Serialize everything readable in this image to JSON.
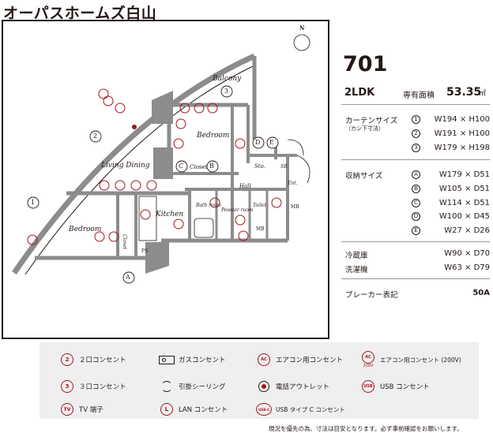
{
  "title": "オーパスホームズ白山",
  "plan": {
    "rooms": {
      "balcony": "Balcony",
      "bedroom_n": "Bedroom",
      "living": "Living Dining",
      "closet_mid": "Closet",
      "hall": "Hall",
      "sto": "Sto.",
      "sb": "SB",
      "ent": "Ent.",
      "kitchen": "Kitchen",
      "bathroom": "Bath room",
      "powder": "Powder room",
      "toilet": "Toilet",
      "mb1": "MB",
      "mb2": "MB",
      "bedroom_w": "Bedroom",
      "closet_side": "Closet",
      "ps": "PS"
    },
    "markers": {
      "m1": "1",
      "m2": "2",
      "m3": "3",
      "mA": "A",
      "mB": "B",
      "mC": "C",
      "mD": "D",
      "mE": "E"
    },
    "compass": "N"
  },
  "unit": {
    "number": "701",
    "layout": "2LDK",
    "area_label": "専有面積",
    "area_value": "53.35",
    "area_unit": "㎡"
  },
  "curtain": {
    "label": "カーテンサイズ",
    "sub": "（カン下寸法）",
    "rows": [
      {
        "mark": "1",
        "value": "W194 × H100"
      },
      {
        "mark": "2",
        "value": "W191 × H100"
      },
      {
        "mark": "3",
        "value": "W179 × H198"
      }
    ]
  },
  "storage": {
    "label": "収納サイズ",
    "rows": [
      {
        "mark": "A",
        "value": "W179 × D51"
      },
      {
        "mark": "B",
        "value": "W105 × D51"
      },
      {
        "mark": "C",
        "value": "W114 × D51"
      },
      {
        "mark": "D",
        "value": "W100 × D45"
      },
      {
        "mark": "E",
        "value": "W27 × D26"
      }
    ]
  },
  "fridge": {
    "label": "冷蔵庫",
    "value": "W90 × D70"
  },
  "washer": {
    "label": "洗濯機",
    "value": "W63 × D79"
  },
  "breaker": {
    "label": "ブレーカー表記",
    "value": "50A"
  },
  "legend": {
    "outlet2": "２口コンセント",
    "outlet3": "３口コンセント",
    "tv": "TV 端子",
    "gas": "ガスコンセント",
    "ceiling": "引掛シーリング",
    "lan": "LAN コンセント",
    "ac": "エアコン用コンセント",
    "phone": "電話アウトレット",
    "usbc": "USB タイプ C コンセント",
    "ac200": "エアコン用コンセント (200V)",
    "usb": "USB コンセント"
  },
  "legend_glyphs": {
    "n2": "2",
    "n3": "3",
    "tv": "TV",
    "lan": "L",
    "ac": "AC",
    "ac200": "AC",
    "v200": "200V",
    "usb": "USB",
    "usbc": "USB-C"
  },
  "note": "現況を優先の為、寸法は目安となります。必ず事前確認をお願いします。",
  "colors": {
    "accent_red": "#a1161c",
    "wall": "#8c8c8c",
    "ink": "#231815",
    "legend_bg": "#efefef"
  }
}
